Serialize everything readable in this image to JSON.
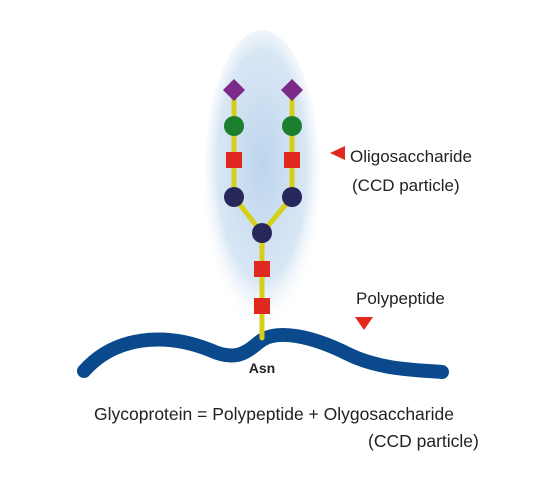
{
  "labels": {
    "oligosaccharide_line1": "Oligosaccharide",
    "oligosaccharide_line2": "(CCD particle)",
    "polypeptide": "Polypeptide",
    "asn": "Asn"
  },
  "caption": {
    "line1": "Glycoprotein = Polypeptide + Olygosaccharide",
    "line2": "(CCD particle)"
  },
  "legend_shapes": {
    "diamond": "purple-diamond",
    "circle_green": "green-circle",
    "square": "red-square",
    "circle_navy": "navy-circle"
  },
  "colors": {
    "backbone": "#0a4a8c",
    "linker": "#d5cf1a",
    "diamond": "#7b2a8a",
    "green": "#1c7f2e",
    "red": "#e0281e",
    "navy": "#27275c",
    "arrow": "#e0281e",
    "glow": "#b8d2ec"
  }
}
